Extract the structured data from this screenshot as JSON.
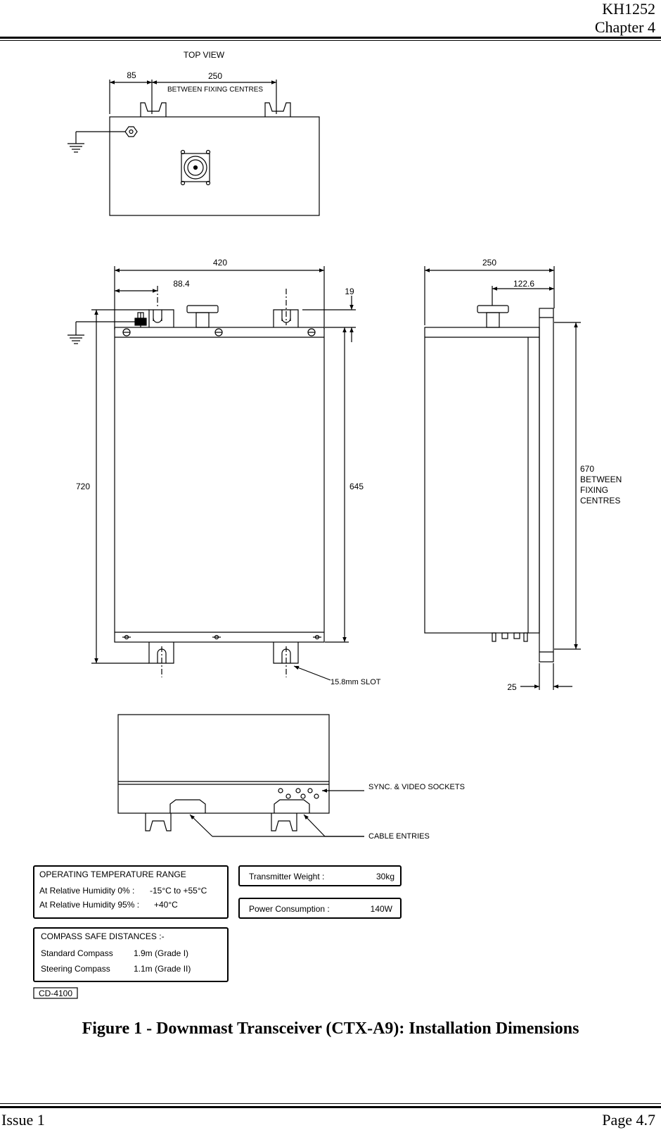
{
  "header": {
    "doc_number": "KH1252",
    "chapter": "Chapter 4"
  },
  "footer": {
    "issue": "Issue 1",
    "page": "Page 4.7"
  },
  "figure": {
    "caption": "Figure 1 - Downmast Transceiver (CTX-A9): Installation Dimensions"
  },
  "top_view": {
    "title": "TOP VIEW",
    "dim_offset": "85",
    "dim_fixing": "250",
    "dim_fixing_note": "BETWEEN FIXING CENTRES"
  },
  "front_view": {
    "dim_width": "420",
    "dim_offset": "88.4",
    "dim_top": "19",
    "dim_height": "720",
    "dim_fixing_height": "645",
    "slot_label": "15.8mm SLOT"
  },
  "side_view": {
    "dim_depth": "250",
    "dim_offset": "122.6",
    "dim_fixing_lines": [
      "670",
      "BETWEEN",
      "FIXING",
      "CENTRES"
    ],
    "dim_bracket": "25"
  },
  "bottom_view": {
    "sockets_label": "SYNC. & VIDEO SOCKETS",
    "cable_label": "CABLE ENTRIES"
  },
  "specs": {
    "temp_title": "OPERATING TEMPERATURE RANGE",
    "temp_line1_label": "At Relative Humidity 0% :",
    "temp_line1_value": "-15°C to +55°C",
    "temp_line2_label": "At Relative Humidity 95% :",
    "temp_line2_value": "+40°C",
    "weight_label": "Transmitter Weight :",
    "weight_value": "30kg",
    "power_label": "Power Consumption :",
    "power_value": "140W",
    "compass_title": "COMPASS SAFE DISTANCES :-",
    "compass_rows": [
      {
        "name": "Standard Compass",
        "value": "1.9m (Grade I)"
      },
      {
        "name": "Steering Compass",
        "value": "1.1m (Grade II)"
      }
    ],
    "drawing_ref": "CD-4100"
  }
}
